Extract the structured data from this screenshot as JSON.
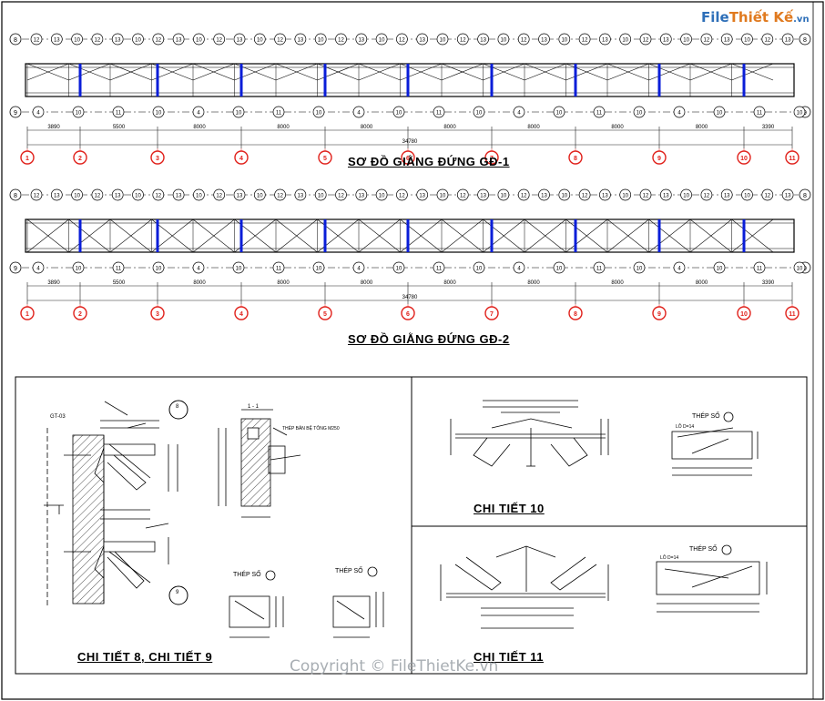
{
  "logo": {
    "part1": "File",
    "part2": "Thiết Kế",
    "part3": ".vn"
  },
  "titles": {
    "gd1": "SƠ ĐỒ GIẰNG ĐỨNG GĐ-1",
    "gd2": "SƠ ĐỒ GIẰNG ĐỨNG GĐ-2",
    "ct89": "CHI TIẾT 8, CHI TIẾT 9",
    "ct10": "CHI TIẾT 10",
    "ct11": "CHI TIẾT 11"
  },
  "span_dims": [
    "3890",
    "5500",
    "8000",
    "8000",
    "8000",
    "8000",
    "8000",
    "8000",
    "8000",
    "3390"
  ],
  "total_dim": "34780",
  "axis_labels": [
    "1",
    "2",
    "3",
    "4",
    "5",
    "6",
    "7",
    "8",
    "9",
    "10",
    "11"
  ],
  "level_labels": {
    "top": "8",
    "bottom": "9"
  },
  "top_member_numbers": [
    "12",
    "13",
    "10",
    "12",
    "13",
    "10"
  ],
  "bottom_member_numbers": [
    "4",
    "10",
    "11",
    "10"
  ],
  "detail_labels": {
    "section": "1 - 1",
    "beam_text": "THÉP BẢN BỆ TÔNG M250",
    "steel_plate": "THÉP SỐ",
    "gt": "GT-03",
    "hole": "LỖ D=14",
    "circle_8": "8",
    "circle_9": "9"
  },
  "watermark": "Copyright © FileThietKe.vn",
  "colors": {
    "axis": "#e0201a",
    "brace": "#0a1ed8",
    "line": "#000000",
    "dim": "#222222"
  }
}
